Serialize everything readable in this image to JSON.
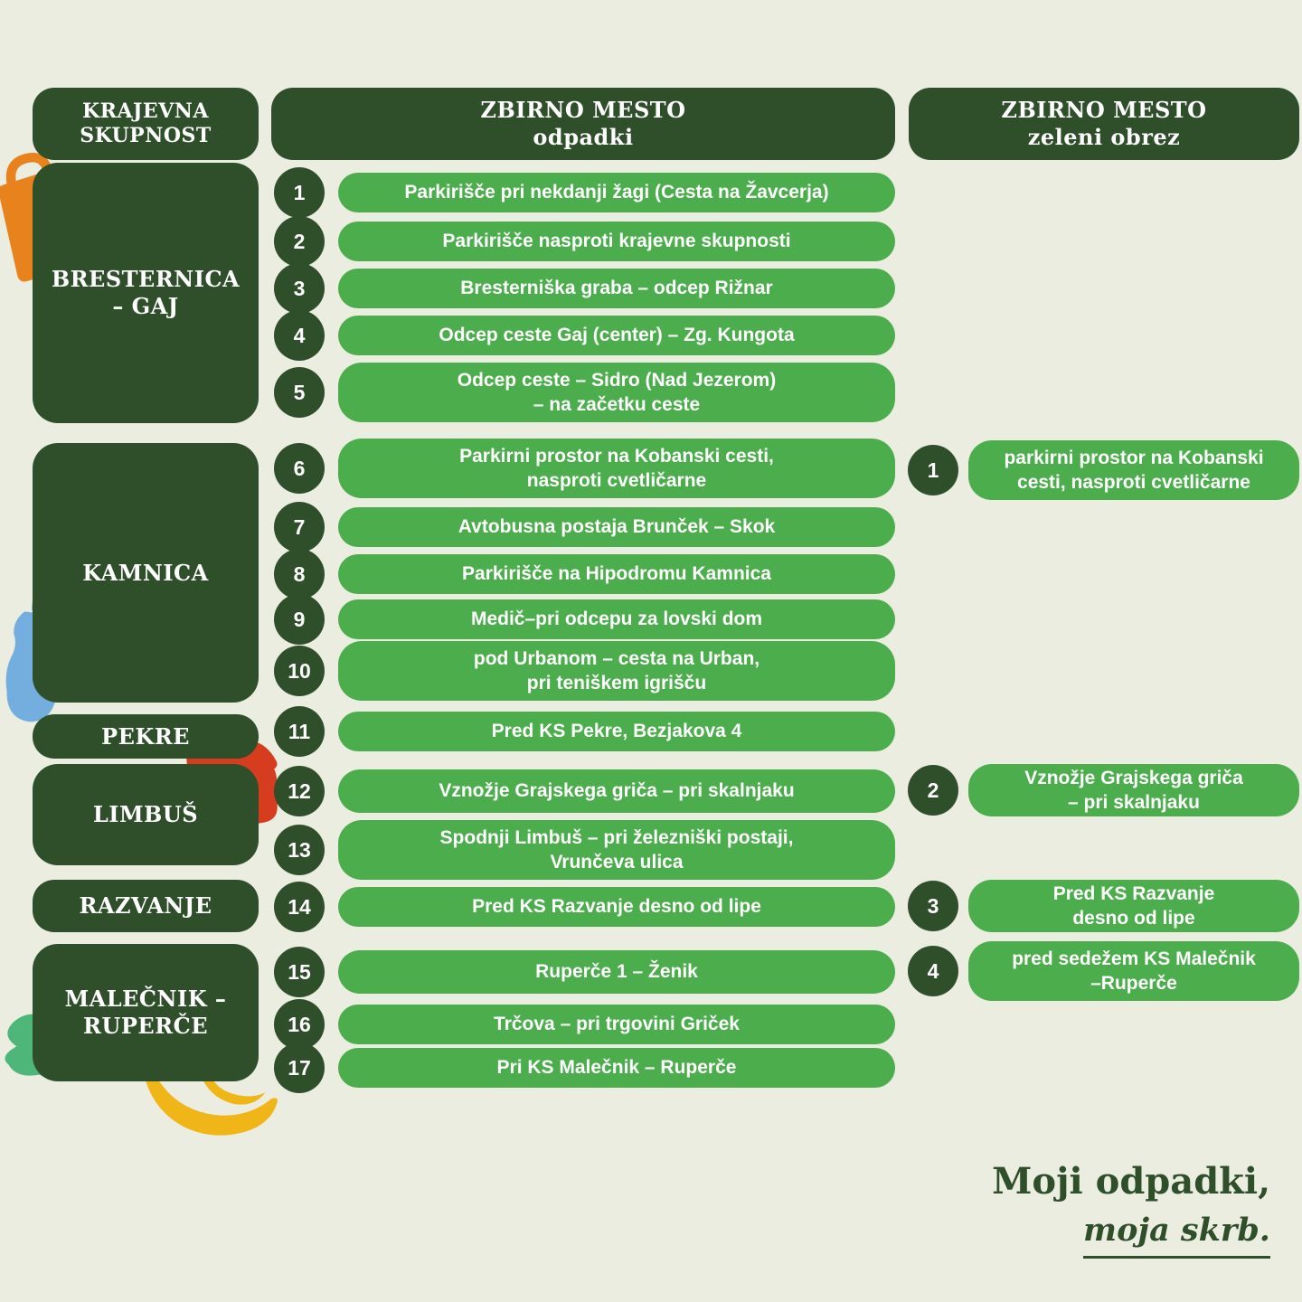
{
  "colors": {
    "dark_green": "#2f4f2b",
    "pill_green": "#4bad4c",
    "background": "#ecede1",
    "text_white": "#ffffff",
    "orange": "#e8821d",
    "pink": "#f2a4b8",
    "blue": "#74aede",
    "red": "#d63c1e",
    "leaf_green": "#4fb67a",
    "yellow": "#f0b517"
  },
  "header": {
    "community": "KRAJEVNA\nSKUPNOST",
    "waste": "ZBIRNO MESTO\nodpadki",
    "green": "ZBIRNO MESTO\nzeleni obrez"
  },
  "communities": [
    {
      "name": "BRESTERNICA\n– GAJ"
    },
    {
      "name": "KAMNICA"
    },
    {
      "name": "PEKRE"
    },
    {
      "name": "LIMBUŠ"
    },
    {
      "name": "RAZVANJE"
    },
    {
      "name": "MALEČNIK –\nRUPERČE"
    }
  ],
  "waste_points": [
    {
      "num": "1",
      "label": "Parkirišče pri nekdanji žagi (Cesta na Žavcerja)"
    },
    {
      "num": "2",
      "label": "Parkirišče nasproti krajevne skupnosti"
    },
    {
      "num": "3",
      "label": "Bresterniška graba – odcep Rižnar"
    },
    {
      "num": "4",
      "label": "Odcep ceste Gaj (center) – Zg. Kungota"
    },
    {
      "num": "5",
      "label": "Odcep ceste – Sidro (Nad Jezerom)\n– na začetku ceste"
    },
    {
      "num": "6",
      "label": "Parkirni prostor na Kobanski cesti,\nnasproti cvetličarne"
    },
    {
      "num": "7",
      "label": "Avtobusna postaja Brunček – Skok"
    },
    {
      "num": "8",
      "label": "Parkirišče na Hipodromu Kamnica"
    },
    {
      "num": "9",
      "label": "Medič–pri odcepu za lovski dom"
    },
    {
      "num": "10",
      "label": "pod Urbanom – cesta na Urban,\npri teniškem igrišču"
    },
    {
      "num": "11",
      "label": "Pred KS Pekre, Bezjakova 4"
    },
    {
      "num": "12",
      "label": "Vznožje Grajskega griča – pri skalnjaku"
    },
    {
      "num": "13",
      "label": "Spodnji Limbuš – pri železniški postaji,\nVrunčeva ulica"
    },
    {
      "num": "14",
      "label": "Pred KS Razvanje desno od lipe"
    },
    {
      "num": "15",
      "label": "Ruperče 1 – Ženik"
    },
    {
      "num": "16",
      "label": "Trčova – pri trgovini Griček"
    },
    {
      "num": "17",
      "label": "Pri KS Malečnik – Ruperče"
    }
  ],
  "green_points": [
    {
      "num": "1",
      "label": "parkirni prostor na Kobanski\ncesti, nasproti cvetličarne"
    },
    {
      "num": "2",
      "label": "Vznožje Grajskega griča\n– pri skalnjaku"
    },
    {
      "num": "3",
      "label": "Pred KS Razvanje\ndesno od lipe"
    },
    {
      "num": "4",
      "label": "pred sedežem KS Malečnik\n–Ruperče"
    }
  ],
  "footer": {
    "line1": "Moji odpadki,",
    "line2": "moja skrb."
  },
  "shapes": [
    {
      "name": "trash-bag",
      "color": "#e8821d"
    },
    {
      "name": "pink-bottle",
      "color": "#f2a4b8"
    },
    {
      "name": "plastic-bottle",
      "color": "#74aede"
    },
    {
      "name": "detergent-bottle",
      "color": "#d63c1e"
    },
    {
      "name": "green-peel",
      "color": "#4fb67a"
    },
    {
      "name": "banana-peel",
      "color": "#f0b517"
    }
  ]
}
